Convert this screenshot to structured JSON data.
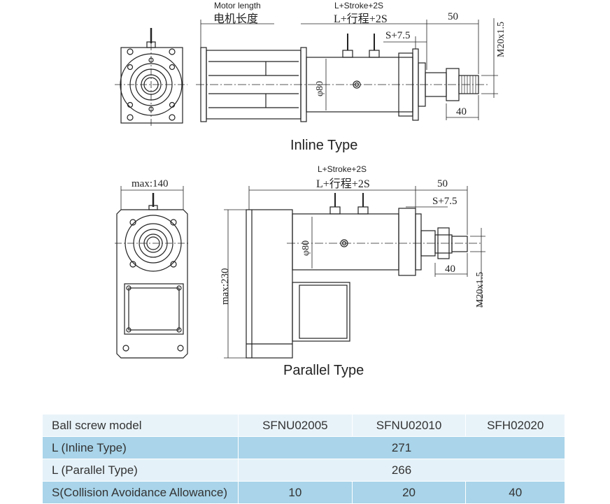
{
  "inline": {
    "motor_length_en": "Motor length",
    "motor_length_cn": "电机长度",
    "stroke_en": "L+Stroke+2S",
    "stroke_cn": "L+行程+2S",
    "dim_50": "50",
    "dim_s75": "S+7.5",
    "dim_thread": "M20x1.5",
    "dim_40": "40",
    "dim_dia": "φ80",
    "caption": "Inline Type"
  },
  "parallel": {
    "max140": "max:140",
    "stroke_en": "L+Stroke+2S",
    "stroke_cn": "L+行程+2S",
    "dim_50": "50",
    "dim_s75": "S+7.5",
    "dim_40": "40",
    "dim_thread": "M20x1.5",
    "dim_dia": "φ80",
    "max230": "max:230",
    "caption": "Parallel Type"
  },
  "spec_table": {
    "header": [
      "Ball screw model",
      "SFNU02005",
      "SFNU02010",
      "SFH02020"
    ],
    "rows": [
      {
        "label": "L (Inline Type)",
        "value": "271"
      },
      {
        "label": "L (Parallel Type)",
        "value": "266"
      }
    ],
    "s_row": {
      "label": "S(Collision Avoidance Allowance)",
      "values": [
        "10",
        "20",
        "40"
      ]
    }
  }
}
